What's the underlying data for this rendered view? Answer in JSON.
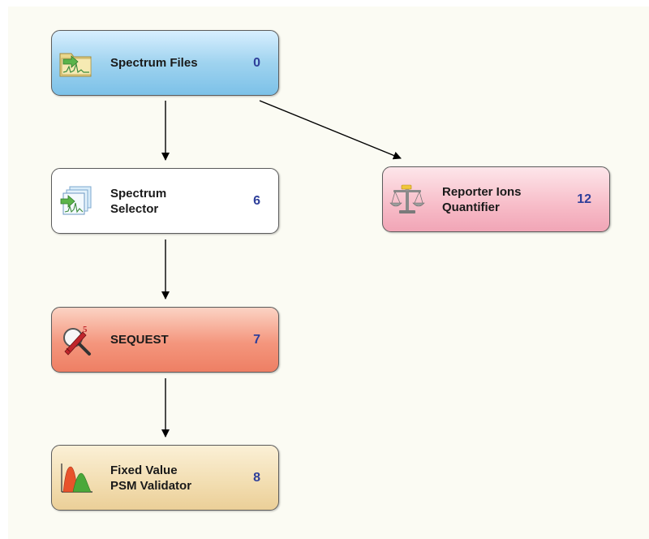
{
  "nodes": {
    "spectrum_files": {
      "label_lines": [
        "Spectrum Files"
      ],
      "count": "0",
      "icon": "folder-spectrum-icon"
    },
    "spectrum_selector": {
      "label_lines": [
        "Spectrum",
        "Selector"
      ],
      "count": "6",
      "icon": "stacked-spectra-icon"
    },
    "reporter_ions_quantifier": {
      "label_lines": [
        "Reporter Ions",
        "Quantifier"
      ],
      "count": "12",
      "icon": "balance-scale-icon"
    },
    "sequest": {
      "label_lines": [
        "SEQUEST"
      ],
      "count": "7",
      "icon": "sequest-tool-icon"
    },
    "fixed_value_psm_validator": {
      "label_lines": [
        "Fixed Value",
        "PSM Validator"
      ],
      "count": "8",
      "icon": "distribution-curves-icon"
    }
  },
  "edges": [
    {
      "from": "Spectrum Files",
      "to": "Spectrum Selector"
    },
    {
      "from": "Spectrum Files",
      "to": "Reporter Ions Quantifier"
    },
    {
      "from": "Spectrum Selector",
      "to": "SEQUEST"
    },
    {
      "from": "SEQUEST",
      "to": "Fixed Value PSM Validator"
    }
  ],
  "colors": {
    "canvas": "#fbfbf3",
    "count_text": "#2e3f9a",
    "spectrum_files_fill": "#9fd3ef",
    "reporter_fill": "#f7bcc8",
    "sequest_fill": "#f4967d",
    "validator_fill": "#f2ddb0"
  }
}
